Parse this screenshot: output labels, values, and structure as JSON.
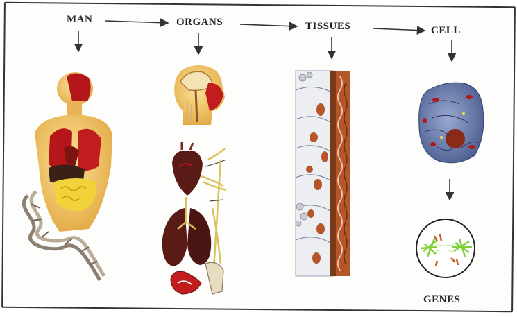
{
  "diagram": {
    "labels": {
      "man": "MAN",
      "organs": "ORGANS",
      "tissues": "TISSUES",
      "cell": "CELL",
      "genes": "GENES"
    },
    "colors": {
      "arrow": "#333333",
      "skin": "#f2c86a",
      "organ_red": "#b5161a",
      "organ_dark": "#5a1a16",
      "tissue_brown": "#b5562a",
      "cell_blue": "#6a7fb0",
      "chromosome_green": "#7fd13b",
      "frame": "#333333"
    }
  }
}
